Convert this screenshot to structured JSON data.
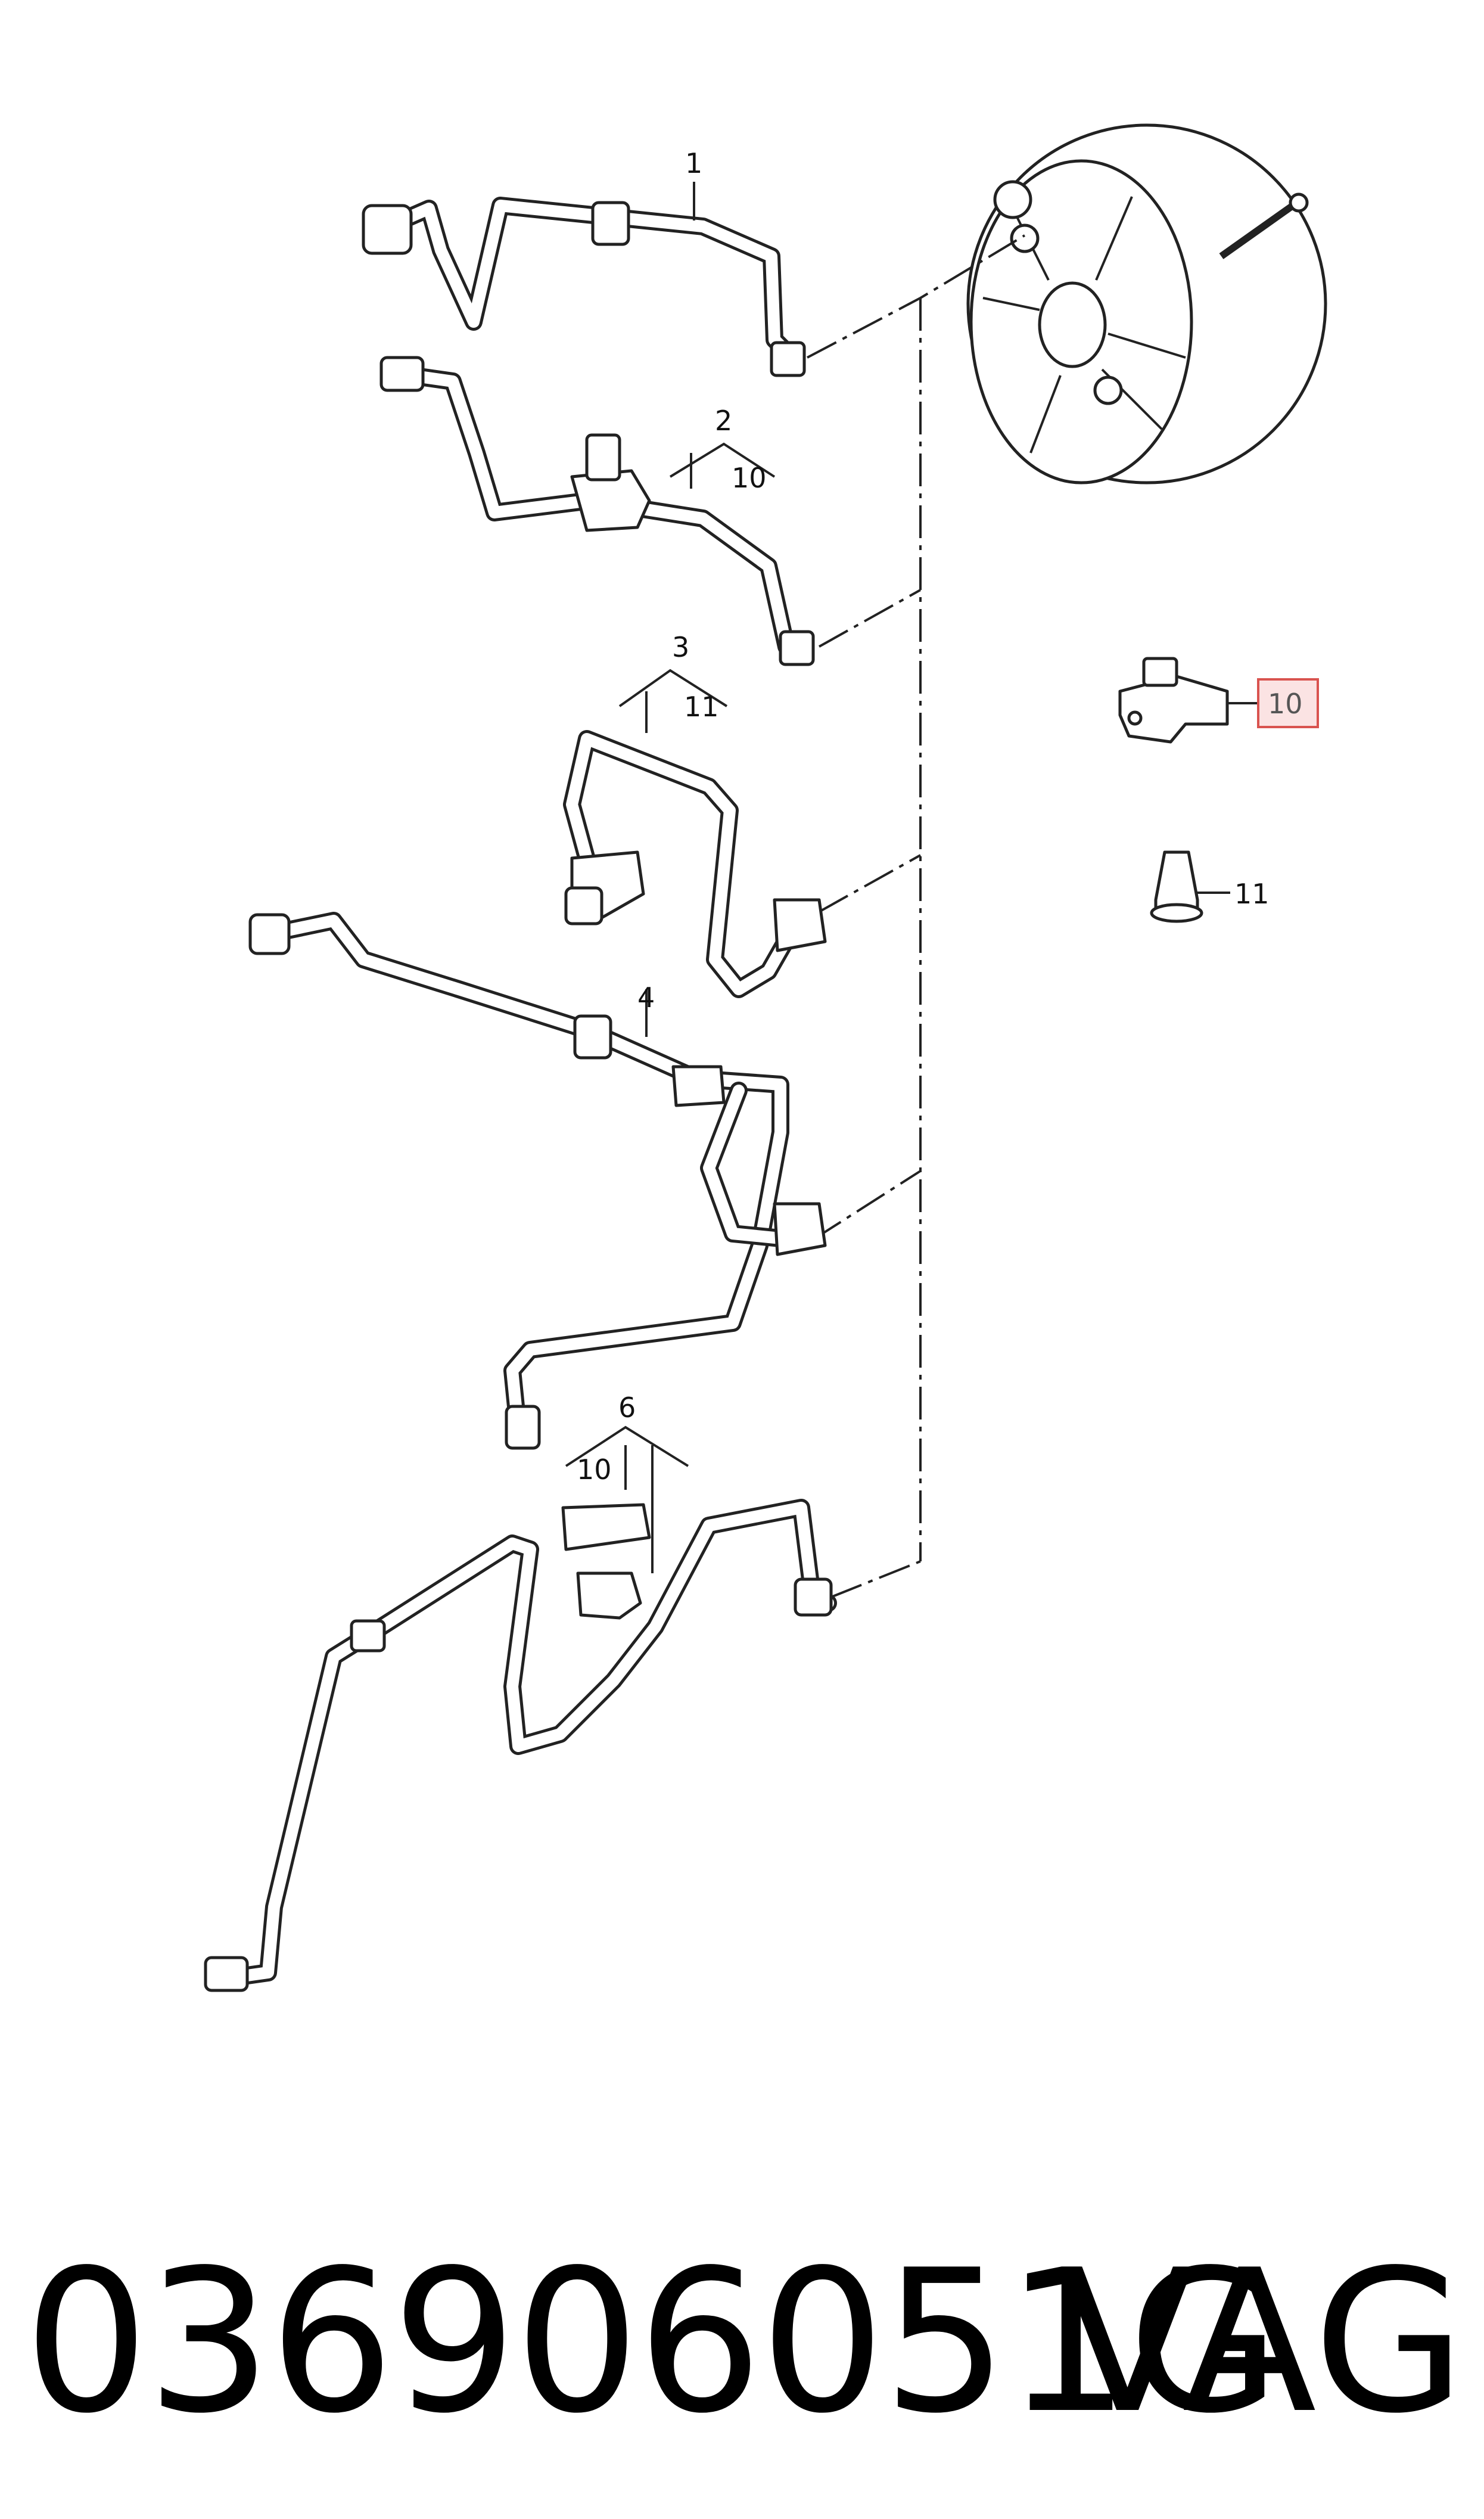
{
  "diagram": {
    "callouts": {
      "c1": "1",
      "c2": "2",
      "c2_sub": "10",
      "c3": "3",
      "c3_sub": "11",
      "c4": "4",
      "c6": "6",
      "c6_sub": "10",
      "c10": "10",
      "c11": "11"
    },
    "highlighted_callout": "10",
    "highlight_color": "#d9534f",
    "highlight_fill": "#fbe3e3"
  },
  "footer": {
    "part_number": "036906051G",
    "brand": "VAG"
  }
}
